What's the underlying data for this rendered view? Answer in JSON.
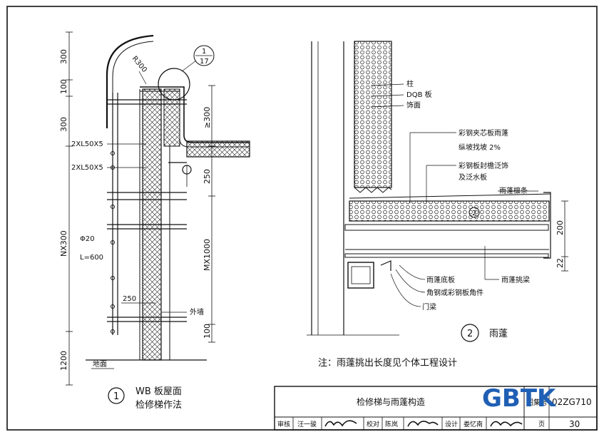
{
  "drawing": {
    "detail1": {
      "number": "1",
      "caption_line1": "WB 板屋面",
      "caption_line2": "检修梯作法",
      "ref_top": "1",
      "ref_bottom": "17",
      "radius_label": "R300",
      "dims_left": [
        "300",
        "100",
        "300",
        "NX300",
        "1200"
      ],
      "dims_right": [
        "≥300",
        "250",
        "MX1000",
        "100"
      ],
      "angle_label_1": "2XL50X5",
      "angle_label_2": "2XL50X5",
      "rung_label_1": "Φ20",
      "rung_label_2": "L=600",
      "spacing_250": "250",
      "outer_wall": "外墙",
      "ground": "地面"
    },
    "detail2": {
      "number": "2",
      "caption": "雨蓬",
      "labels": [
        "柱",
        "DQB 板",
        "饰面",
        "彩钢夹芯板雨蓬",
        "纵坡找坡 2%",
        "彩钢板封檐泛饰",
        "及泛水板",
        "雨蓬檩条",
        "雨蓬底板",
        "角钢或彩钢板角件",
        "门梁",
        "雨蓬挑梁"
      ],
      "dim_200": "200",
      "dim_22": "22"
    },
    "note": "注：雨蓬挑出长度见个体工程设计"
  },
  "title_block": {
    "title": "检修梯与雨蓬构造",
    "atlas_label": "图集号",
    "atlas_number": "02ZG710",
    "row": [
      "审核",
      "汪一骏",
      "校对",
      "陈岚",
      "设计",
      "娄忆南"
    ],
    "page_label": "页",
    "page_number": "30"
  },
  "watermark": "GBTK",
  "colors": {
    "ink": "#111111",
    "watermark": "#1f5fb4"
  }
}
